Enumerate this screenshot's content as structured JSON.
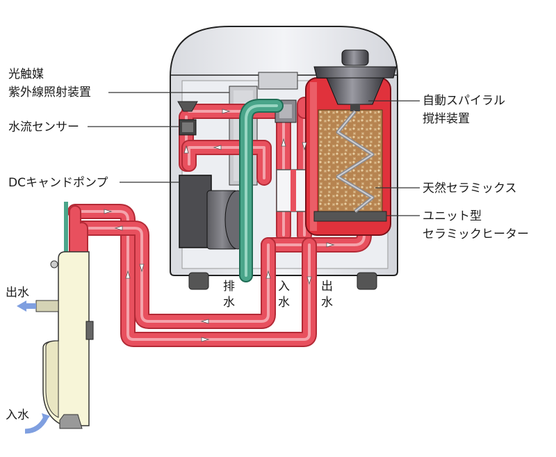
{
  "labels": {
    "uv_line1": "光触媒",
    "uv_line2": "紫外線照射装置",
    "flow_sensor": "水流センサー",
    "dc_pump": "DCキャンドポンプ",
    "stirrer_line1": "自動スパイラル",
    "stirrer_line2": "撹拌装置",
    "ceramics": "天然セラミックス",
    "heater_line1": "ユニット型",
    "heater_line2": "セラミックヒーター",
    "drain_1": "排",
    "drain_2": "水",
    "inlet_1": "入",
    "inlet_2": "水",
    "outlet_1": "出",
    "outlet_2": "水",
    "tub_out": "出水",
    "tub_in": "入水"
  },
  "colors": {
    "pipe": "#e8505e",
    "pipe_inner": "#f4a3ab",
    "drain_pipe": "#4aa58a",
    "unit_body": "#e9eaee",
    "pump": "#4c4c50",
    "heater": "#e0323c",
    "ceramic_ball": "#b78450",
    "arrow_blue": "#7f9fe0",
    "tub_wall": "#f7f5d8"
  }
}
